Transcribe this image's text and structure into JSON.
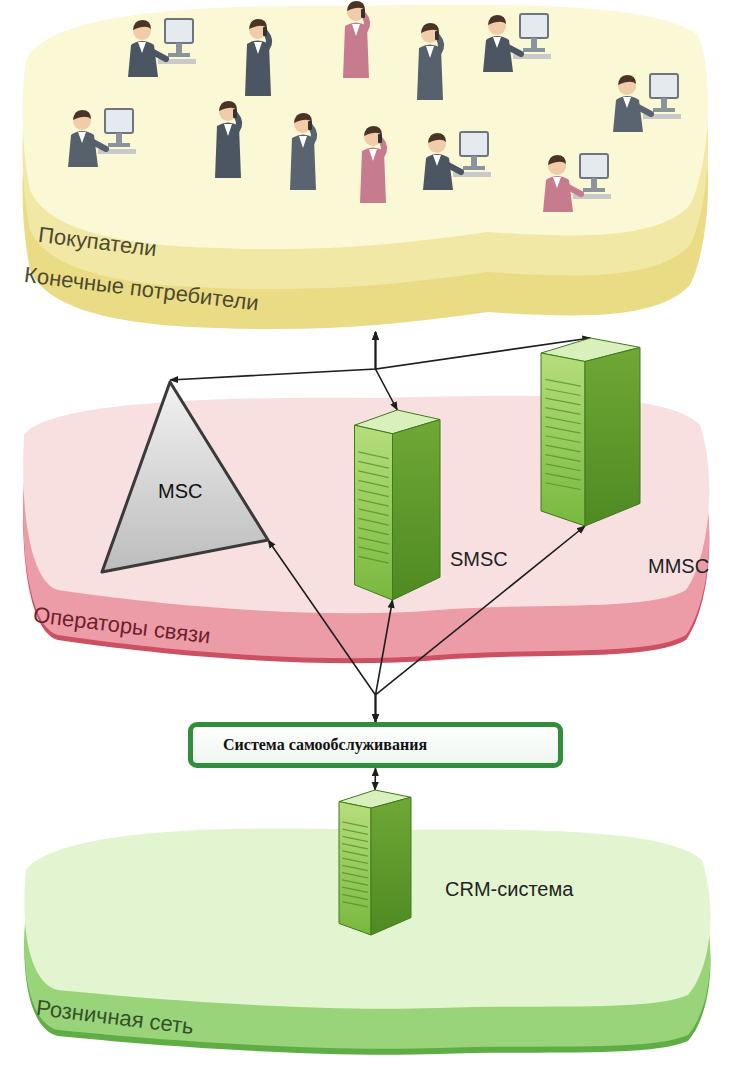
{
  "diagram": {
    "nodes": [
      {
        "text": [
          "Покупатели",
          "Конечные потребители"
        ]
      },
      {
        "text": [
          "Операторы связи"
        ]
      },
      {
        "text": [
          "MSC"
        ],
        "in": 1
      },
      {
        "text": [
          "SMSC"
        ],
        "in": 1
      },
      {
        "text": [
          "MMSC"
        ],
        "in": 1
      },
      {
        "text": [
          "Система самообслуживания"
        ]
      },
      {
        "text": [
          "Розничная сеть"
        ]
      },
      {
        "text": [
          "CRM-система"
        ],
        "in": 6
      }
    ],
    "edges": [
      {
        "from": 0,
        "to": 2,
        "arrow": "both"
      },
      {
        "from": 0,
        "to": 3,
        "arrow": "both"
      },
      {
        "from": 0,
        "to": 4,
        "arrow": "both"
      },
      {
        "from": 2,
        "to": 5,
        "arrow": "both"
      },
      {
        "from": 3,
        "to": 5,
        "arrow": "both"
      },
      {
        "from": 4,
        "to": 5,
        "arrow": "both"
      },
      {
        "from": 5,
        "to": 7,
        "arrow": "both"
      }
    ]
  }
}
